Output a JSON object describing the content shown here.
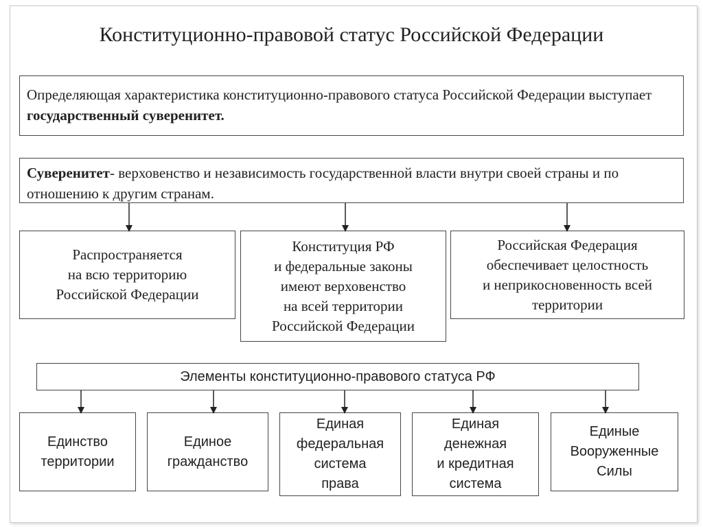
{
  "title": "Конституционно-правовой статус Российской Федерации",
  "definition": {
    "text_before": "Определяющая характеристика конституционно-правового статуса Российской Федерации выступает ",
    "text_bold": "государственный суверенитет."
  },
  "sovereignty": {
    "term": "Суверенитет",
    "text": "- верховенство и независимость государственной власти внутри своей страны и по отношению к другим странам."
  },
  "consequences": [
    {
      "lines": [
        "Распространяется",
        "на всю территорию",
        "Российской Федерации"
      ]
    },
    {
      "lines": [
        "Конституция РФ",
        "и федеральные законы",
        "имеют верховенство",
        "на всей территории",
        "Российской Федерации"
      ]
    },
    {
      "lines": [
        "Российская Федерация",
        "обеспечивает целостность",
        "и неприкосновенность всей",
        "территории"
      ]
    }
  ],
  "elements_header": "Элементы конституционно-правового статуса РФ",
  "elements": [
    {
      "lines": [
        "Единство",
        "территории"
      ]
    },
    {
      "lines": [
        "Единое",
        "гражданство"
      ]
    },
    {
      "lines": [
        "Единая",
        "федеральная",
        "система",
        "права"
      ]
    },
    {
      "lines": [
        "Единая",
        "денежная",
        "и кредитная",
        "система"
      ]
    },
    {
      "lines": [
        "Единые",
        "Вооруженные",
        "Силы"
      ]
    }
  ]
}
